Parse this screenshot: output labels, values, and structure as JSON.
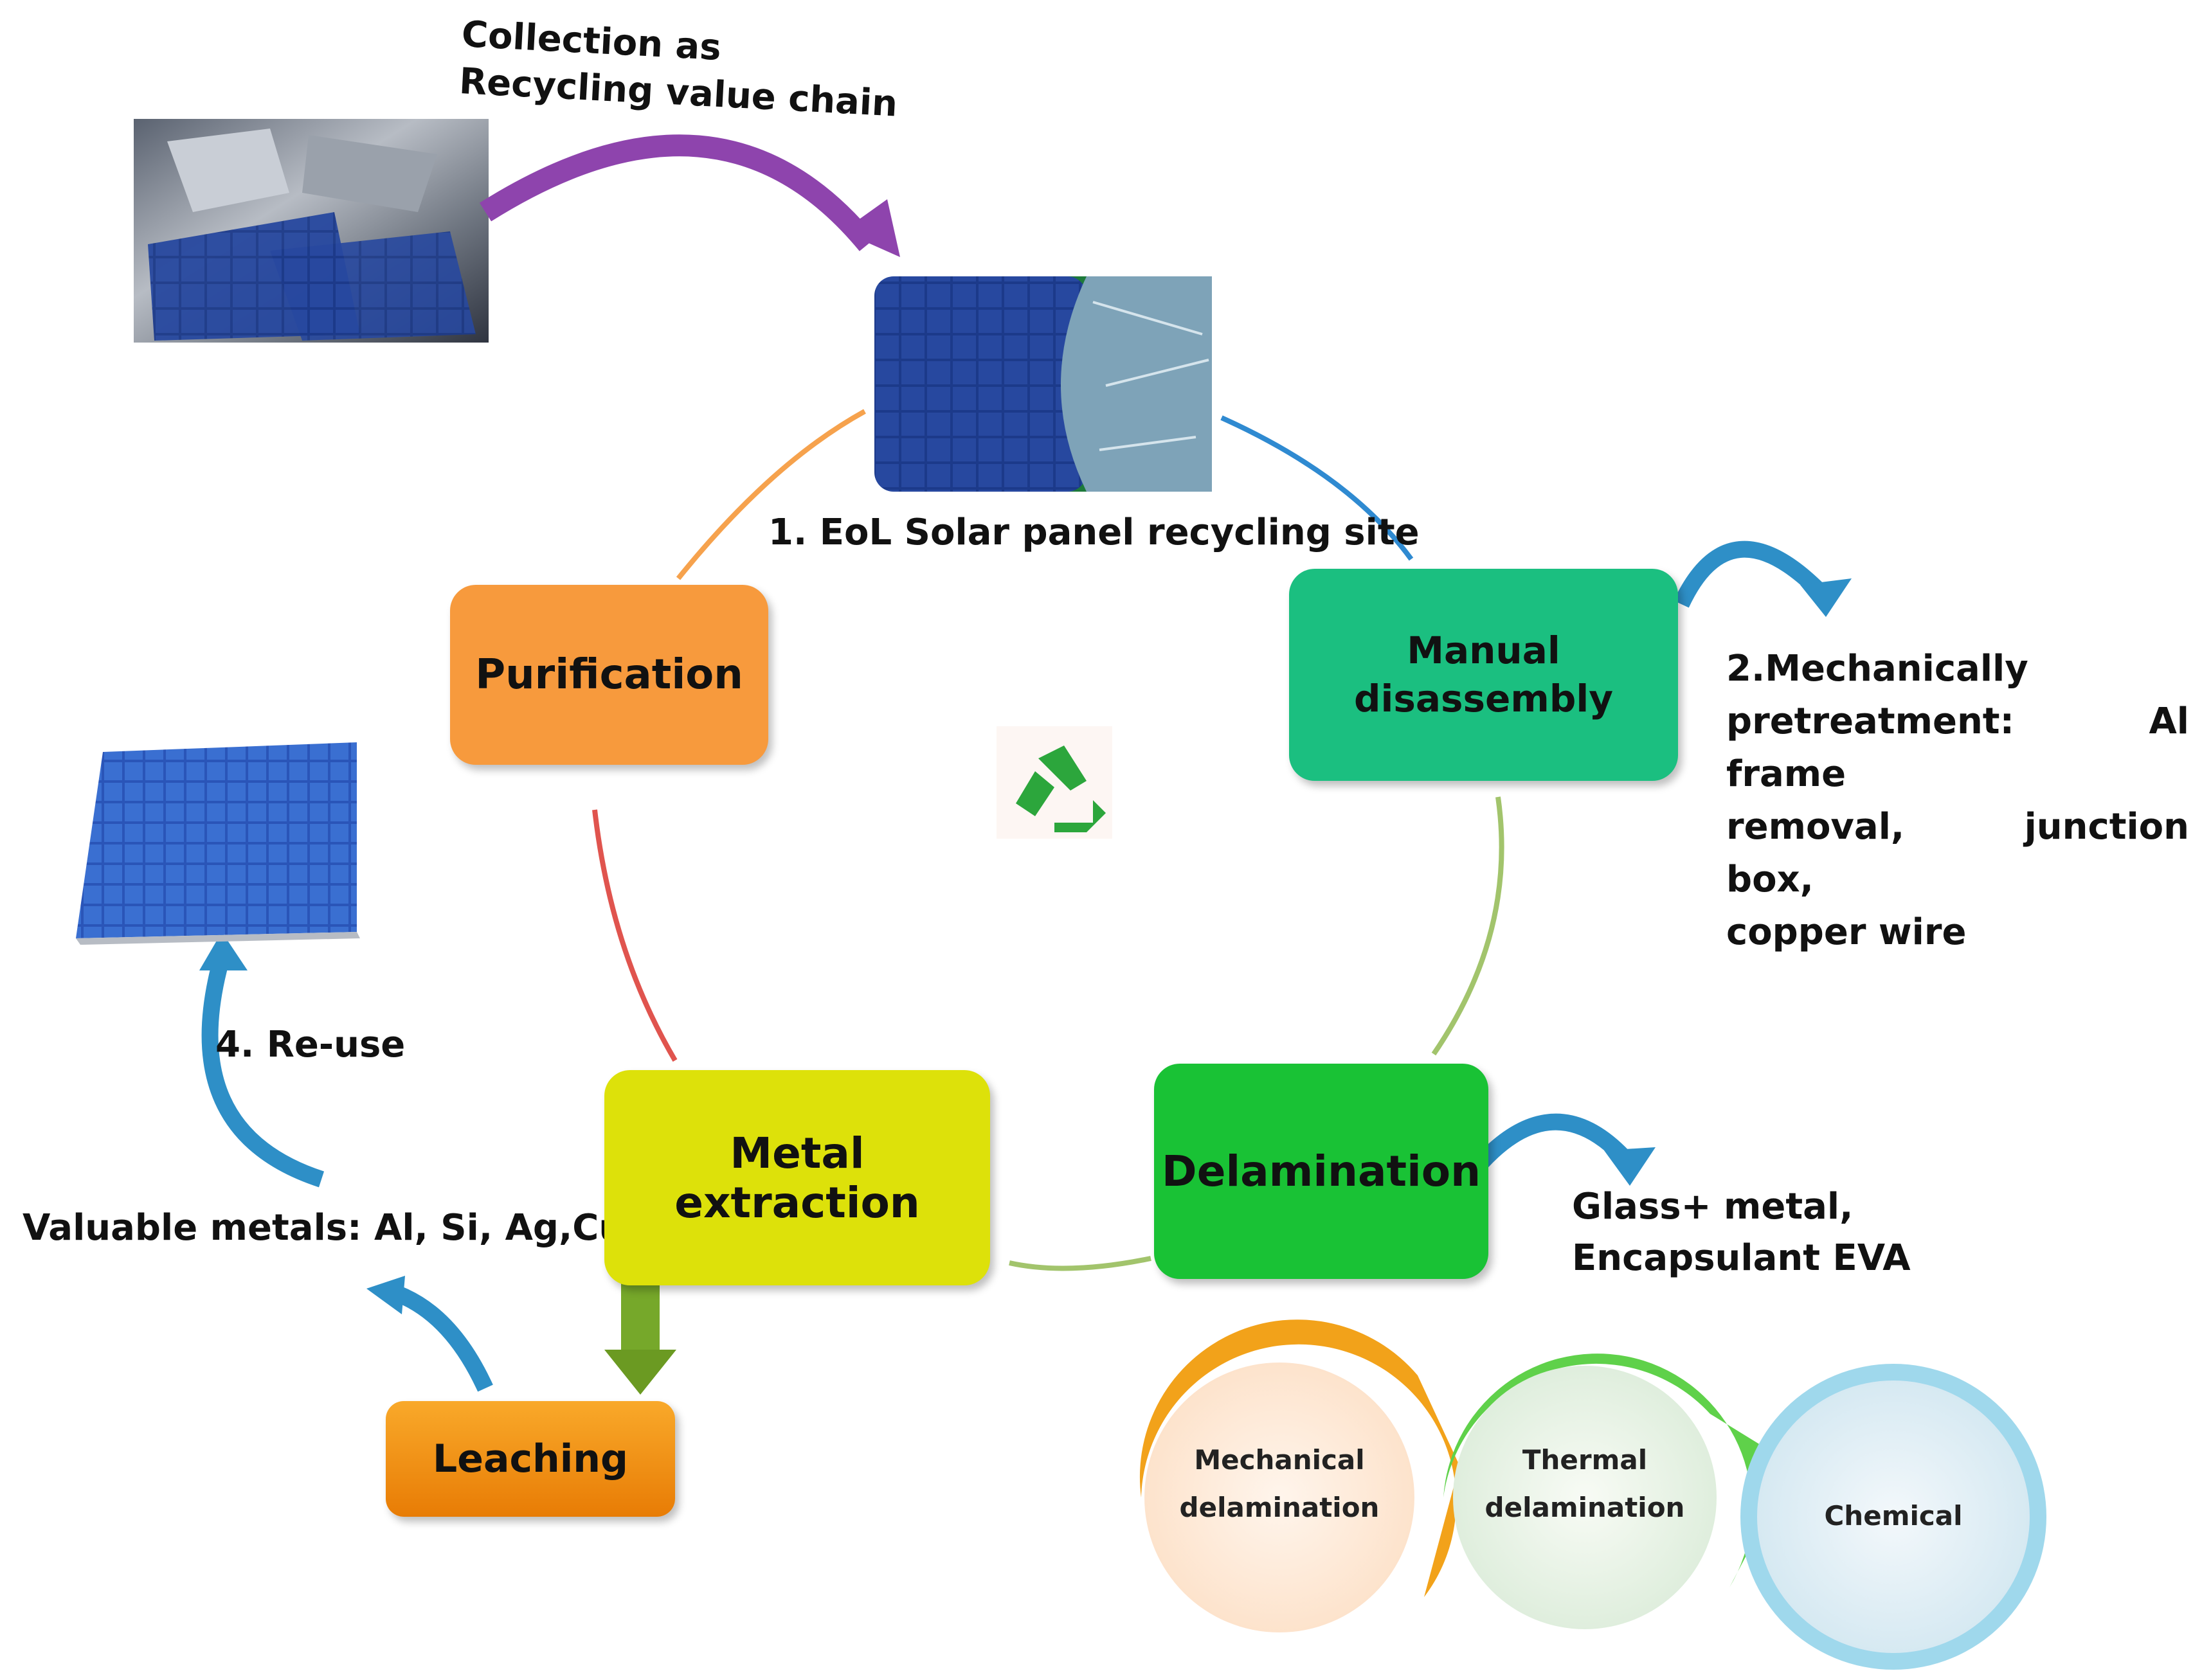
{
  "top_caption": {
    "line1": "Collection as",
    "line2": "Recycling value chain"
  },
  "step1_label": "1. EoL Solar panel  recycling site",
  "step2_label": {
    "line1": "2.Mechanically",
    "line2": "pretreatment: Al frame",
    "line3": "removal, junction box,",
    "line4": "copper wire"
  },
  "step4_label": "4. Re-use",
  "valuable_metals": "Valuable metals: Al, Si, Ag,Cu",
  "delamination_output": {
    "line1": "Glass+ metal,",
    "line2": "Encapsulant EVA"
  },
  "process_boxes": {
    "purification": {
      "label": "Purification",
      "color": "#f79a3d"
    },
    "manual_disassembly": {
      "line1": "Manual",
      "line2": "disassembly",
      "color": "#1bbf80"
    },
    "delamination": {
      "label": "Delamination",
      "color": "#19c235"
    },
    "metal_extraction": {
      "label": "Metal extraction",
      "color": "#dde10a"
    },
    "leaching": {
      "label": "Leaching",
      "color": "#f28a10"
    }
  },
  "delamination_methods": {
    "mechanical": {
      "line1": "Mechanical",
      "line2": "delamination",
      "ring_color": "#f2a21a"
    },
    "thermal": {
      "line1": "Thermal",
      "line2": "delamination",
      "ring_color": "#5fd14a"
    },
    "chemical": {
      "label": "Chemical",
      "ring_color": "#9fd8ec"
    }
  },
  "icons": [
    "scrap-panels-photo",
    "solar-panel-photo",
    "recycle-icon",
    "reused-solar-panel-photo"
  ],
  "arrow_colors": {
    "purple": "#8e44ad",
    "blue": "#2e8fc7",
    "green": "#6aa31e"
  }
}
